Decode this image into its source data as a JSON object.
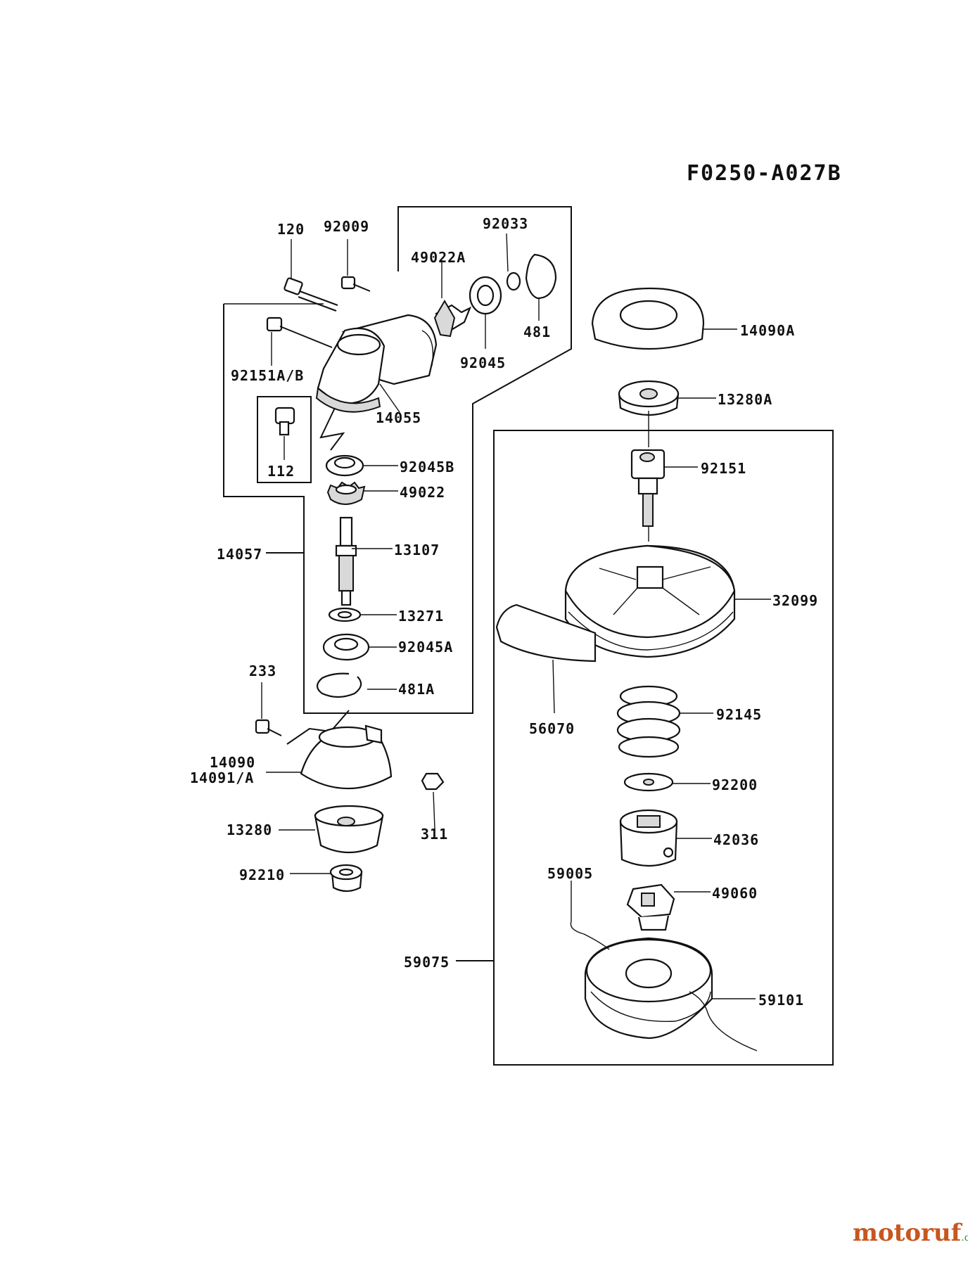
{
  "diagram_code": "F0250-A027B",
  "watermark": {
    "main": "motoruf",
    "suffix": ".de"
  },
  "parts": {
    "p120": "120",
    "p92009": "92009",
    "p92033": "92033",
    "p49022A": "49022A",
    "p481": "481",
    "p92045": "92045",
    "p92151AB": "92151A/B",
    "p14055": "14055",
    "p112": "112",
    "p92045B": "92045B",
    "p49022": "49022",
    "p14057": "14057",
    "p13107": "13107",
    "p13271": "13271",
    "p92045A": "92045A",
    "p481A": "481A",
    "p233": "233",
    "p14090": "14090",
    "p14091A": "14091/A",
    "p311": "311",
    "p13280": "13280",
    "p92210": "92210",
    "p14090A": "14090A",
    "p13280A": "13280A",
    "p92151": "92151",
    "p32099": "32099",
    "p56070": "56070",
    "p92145": "92145",
    "p92200": "92200",
    "p42036": "42036",
    "p59005": "59005",
    "p49060": "49060",
    "p59075": "59075",
    "p59101": "59101"
  }
}
